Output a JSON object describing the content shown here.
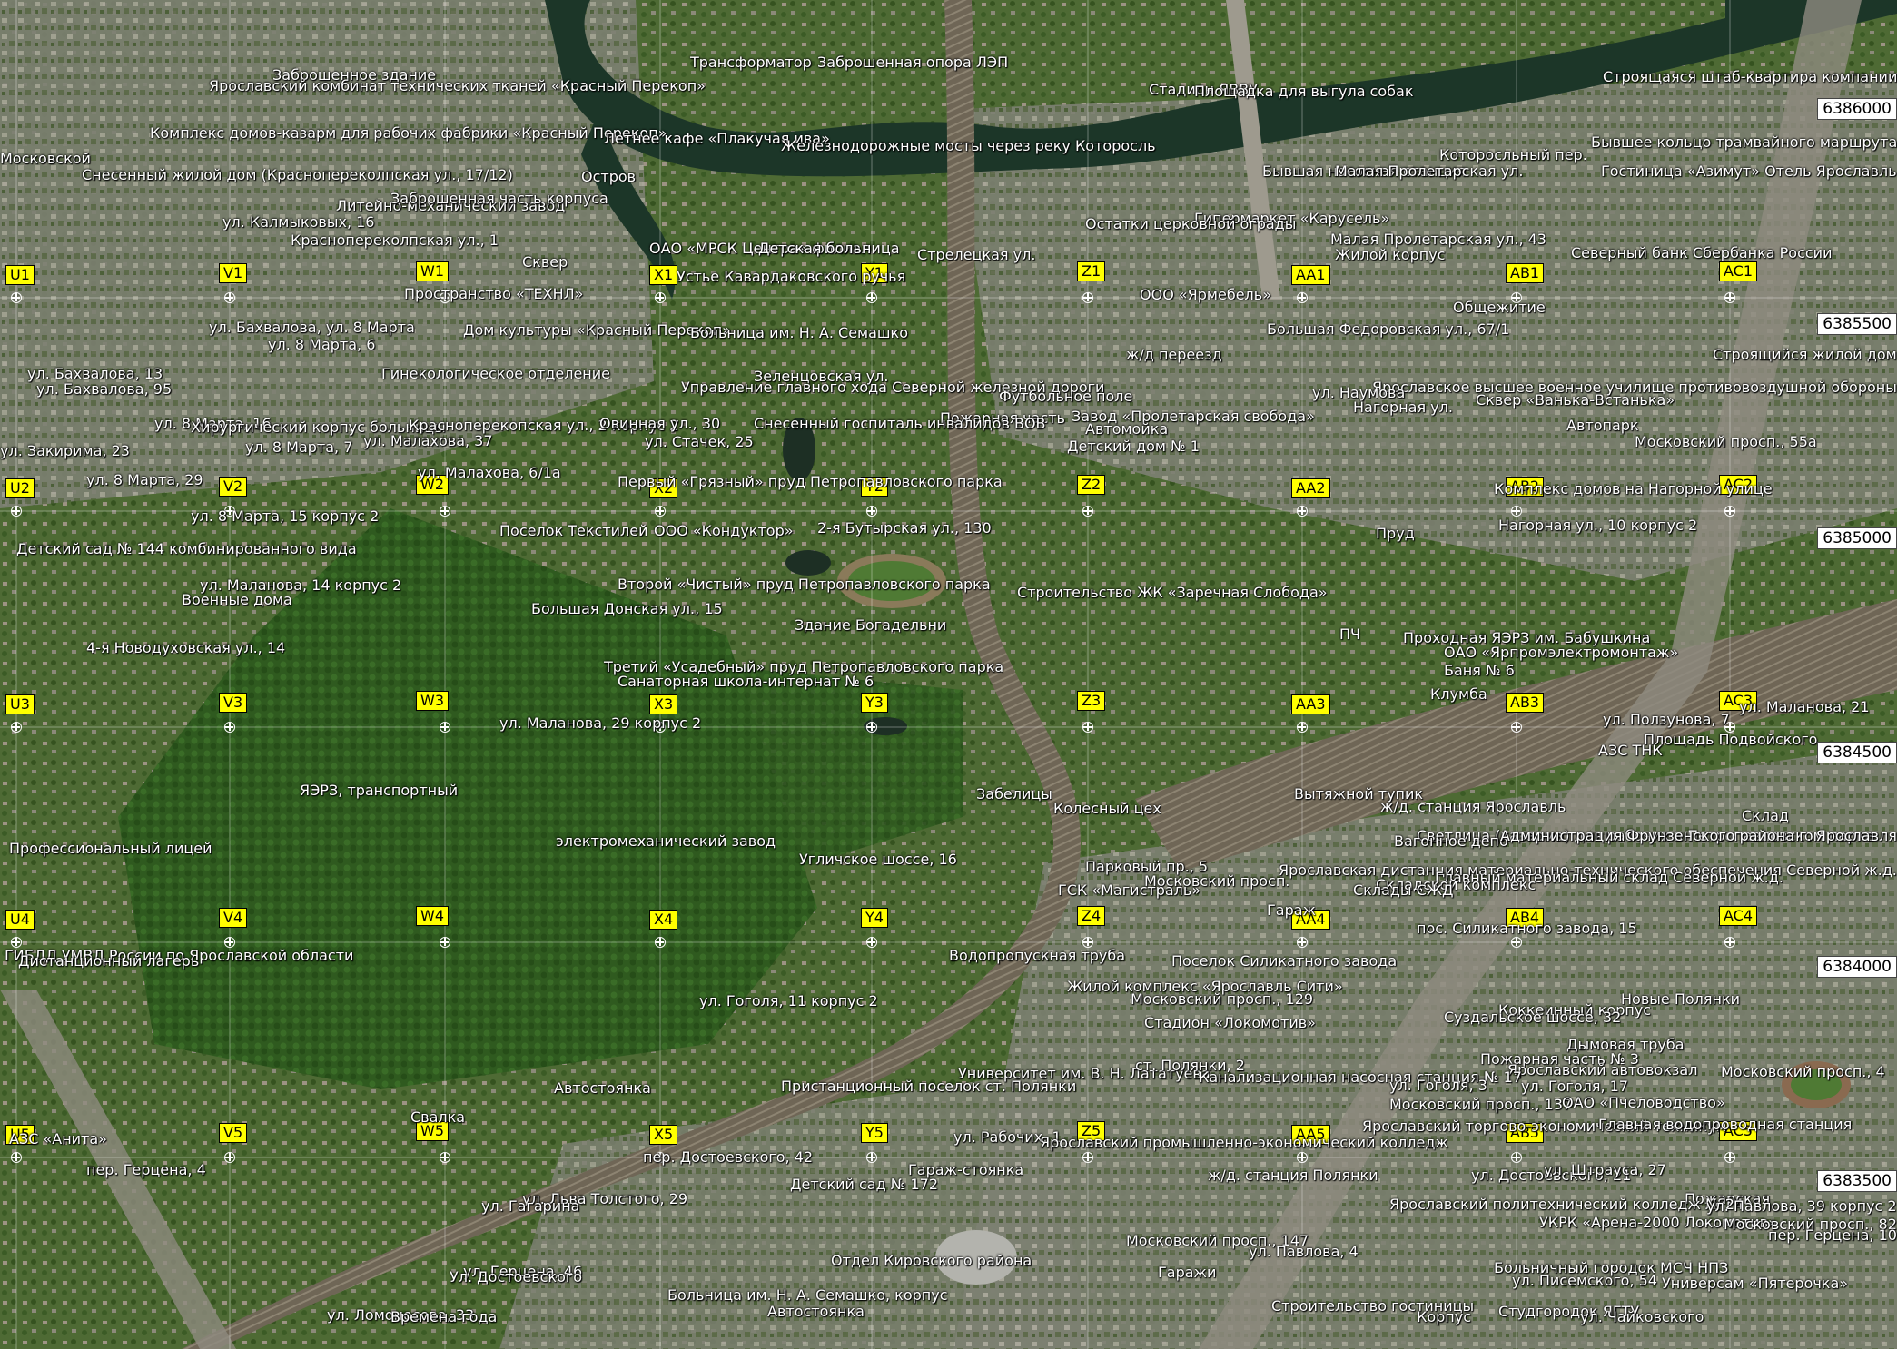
{
  "colors": {
    "river": "#1f3a2c",
    "forest": "#2d5a1e",
    "urban": "#8c8c80",
    "railway": "#7a6a55",
    "grid_label_bg": "#ffff00",
    "text": "#ffffff"
  },
  "grid_labels": {
    "row1": [
      "U1",
      "V1",
      "W1",
      "X1",
      "Y1",
      "Z1",
      "AA1",
      "AB1",
      "AC1"
    ],
    "row2": [
      "U2",
      "V2",
      "W2",
      "X2",
      "Y2",
      "Z2",
      "AA2",
      "AB2",
      "AC2"
    ],
    "row3": [
      "U3",
      "V3",
      "W3",
      "X3",
      "Y3",
      "Z3",
      "AA3",
      "AB3",
      "AC3"
    ],
    "row4": [
      "U4",
      "V4",
      "W4",
      "X4",
      "Y4",
      "Z4",
      "AA4",
      "AB4",
      "AC4"
    ],
    "row5": [
      "U5",
      "V5",
      "W5",
      "X5",
      "Y5",
      "Z5",
      "AA5",
      "AB5",
      "AC5"
    ]
  },
  "coordinate_ticks": [
    "6386000",
    "6385500",
    "6385000",
    "6384500",
    "6384000",
    "6383500"
  ],
  "place_labels": [
    "Заброшенное здание",
    "Ярославский комбинат технических тканей «Красный Перекоп»",
    "Трансформатор",
    "Заброшенная опора ЛЭП",
    "Стадион ЯВВУ",
    "Площадка для выгула собак",
    "Строящаяся штаб-квартира компании",
    "Комплекс домов-казарм для рабочих фабрики «Красный Перекоп»",
    "Летнее кафе «Плакучая ива»",
    "Железнодорожные мосты через реку Которосль",
    "Которосльный пер.",
    "Бывшее кольцо трамвайного маршрута",
    "Московской",
    "Снесенный жилой дом (Краснопереколпская ул., 17/12)",
    "Остров",
    "Бывшая насосная станция",
    "Малая Пролетарская ул.",
    "Гостиница «Азимут» Отель Ярославль",
    "Литейно-механический завод",
    "Заброшенная часть корпуса",
    "Гипермаркет «Карусель»",
    "Остатки церковной ограды",
    "Малая Пролетарская ул., 43",
    "ул. Калмыковых, 16",
    "Краснопереколпская ул., 1",
    "ОАО «МРСК Центра» филиал",
    "Детская больница",
    "Стрелецкая ул.",
    "Жилой корпус",
    "Северный банк Сбербанка России",
    "Сквер",
    "Пространство «ТЕХНЛ»",
    "Устье Кавардаковского ручья",
    "ООО «Ярмебель»",
    "Общежитие",
    "ул. Бахвалова, ул. 8 Марта",
    "Дом культуры «Красный Перекоп»",
    "Больница им. Н. А. Семашко",
    "Большая Федоровская ул., 67/1",
    "ул. 8 Марта, 6",
    "ж/д переезд",
    "Строящийся жилой дом",
    "ул. Бахвалова, 13",
    "ул. Бахвалова, 95",
    "Гинекологическое отделение",
    "Зеленцовская ул.",
    "Управление главного хода Северной железной дороги",
    "Ярославское высшее военное училище противовоздушной обороны",
    "Футбольное поле",
    "ул. Наумова",
    "Сквер «Ванька-Встанька»",
    "Нагорная ул.",
    "Пожарная часть",
    "Завод «Пролетарская свобода»",
    "ул. 8 Марта, 16",
    "Хирургический корпус больницы",
    "Красноперекопская ул., 2 корпус 2",
    "Овинная ул., 30",
    "Снесенный госпиталь инвалидов ВОВ",
    "Автомойка",
    "Автопарк",
    "ул. Малахова, 37",
    "ул. 8 Марта, 7",
    "ул. Стачек, 25",
    "Детский дом № 1",
    "Московский просп., 55а",
    "ул. Закирима, 23",
    "ул. Малахова, 6/1а",
    "ул. 8 Марта, 29",
    "Первый «Грязный» пруд Петропавловского парка",
    "Комплекс домов на Нагорной улице",
    "ул. 8 Марта, 15 корпус 2",
    "Поселок Текстилей",
    "ООО «Кондуктор»",
    "2-я Бутырская ул., 130",
    "Пруд",
    "Нагорная ул., 10 корпус 2",
    "Детский сад № 144 комбинированного вида",
    "Второй «Чистый» пруд Петропавловского парка",
    "Строительство ЖК «Заречная Слобода»",
    "ул. Маланова, 14 корпус 2",
    "Военные дома",
    "Большая Донская ул., 15",
    "Здание Богадельни",
    "ПЧ",
    "Проходная ЯЭРЗ им. Бабушкина",
    "ОАО «Ярпромэлектромонтаж»",
    "4-я Новодуховская ул., 14",
    "Третий «Усадебный» пруд Петропавловского парка",
    "Санаторная школа-интернат № 6",
    "Баня № 6",
    "Клумба",
    "ул. Маланова, 21",
    "ул. Ползунова, 7",
    "ул. Маланова, 29 корпус 2",
    "Площадь Подвойского",
    "АЗС ТНК",
    "ЯЭРЗ, транспортный",
    "Забелицы",
    "Вытяжной тупик",
    "ж/д. станция Ярославль",
    "Колесный цех",
    "Склад",
    "Профессиональный лицей",
    "электромеханический завод",
    "Светлица (казарма) для рабочих в Петропавловском парке",
    "Вагонное депо",
    "Администрация Фрунзенского района г. Ярославля",
    "Угличское шоссе, 16",
    "Парковый пр., 5",
    "Ярославская дистанция материально-технического обеспечения Северной ж.д.",
    "Главный материальный склад Северной ж.д.",
    "Московский просп.",
    "Складской комплекс",
    "Склады СЖД",
    "ГСК «Магистраль»",
    "Гараж",
    "ГИБДД УМВД России по Ярославской области",
    "Водопропускная труба",
    "пос. Силикатного завода, 15",
    "Дистанционный лагерь",
    "Поселок Силикатного завода",
    "Жилой комплекс «Ярославль Сити»",
    "Московский просп., 129",
    "Новые Полянки",
    "Коккеинный корпус",
    "Суздальское шоссе, 32",
    "ул. Гоголя, 11 корпус 2",
    "Стадион «Локомотив»",
    "Дымовая труба",
    "Пожарная часть № 3",
    "Ярославский автовокзал",
    "Московский просп., 4",
    "Университет им. В. Н. Лататуева",
    "ст. Полянки, 2",
    "Канализационная насосная станция № 17",
    "ул. Гоголя, 3",
    "ул. Гоголя, 17",
    "Автостоянка",
    "Пристанционный поселок ст. Полянки",
    "Московский просп., 137",
    "ОАО «Пчеловодство»",
    "ул. Рабочих, 1",
    "Свалка",
    "Ярославский торгово-экономический техникум",
    "Главная водопроводная станция",
    "АЗС «Анита»",
    "пер. Герцена, 4",
    "пер. Достоевского, 42",
    "Ярославский промышленно-экономический колледж",
    "Гараж-стоянка",
    "ж/д. станция Полянки",
    "ул. Достоевского, 21",
    "Детский сад № 172",
    "ул. Штрауса, 27",
    "ул. Льва Толстого, 29",
    "ул. Гагарина",
    "Пожарская",
    "Ярославский политехнический колледж № 24",
    "ул. Павлова, 39 корпус 2",
    "УКРК «Арена-2000 Локомотив»",
    "Московский просп., 82",
    "пер. Герцена, 10",
    "ул. Герцена, 46",
    "Ул. Достоевского",
    "Отдел Кировского района",
    "Московский просп., 147",
    "ул. Павлова, 4",
    "Больничный городок МСЧ НПЗ",
    "ул. Писемского, 54",
    "Универсам «Пятерочка»",
    "Гаражи",
    "Больница им. Н. А. Семашко, корпус",
    "Автостоянка",
    "Строительство гостиницы",
    "Студгородок ЯГТУ",
    "Корпус",
    "ул. Чайковского",
    "ул. Ломоносова, 33",
    "Времена года"
  ]
}
